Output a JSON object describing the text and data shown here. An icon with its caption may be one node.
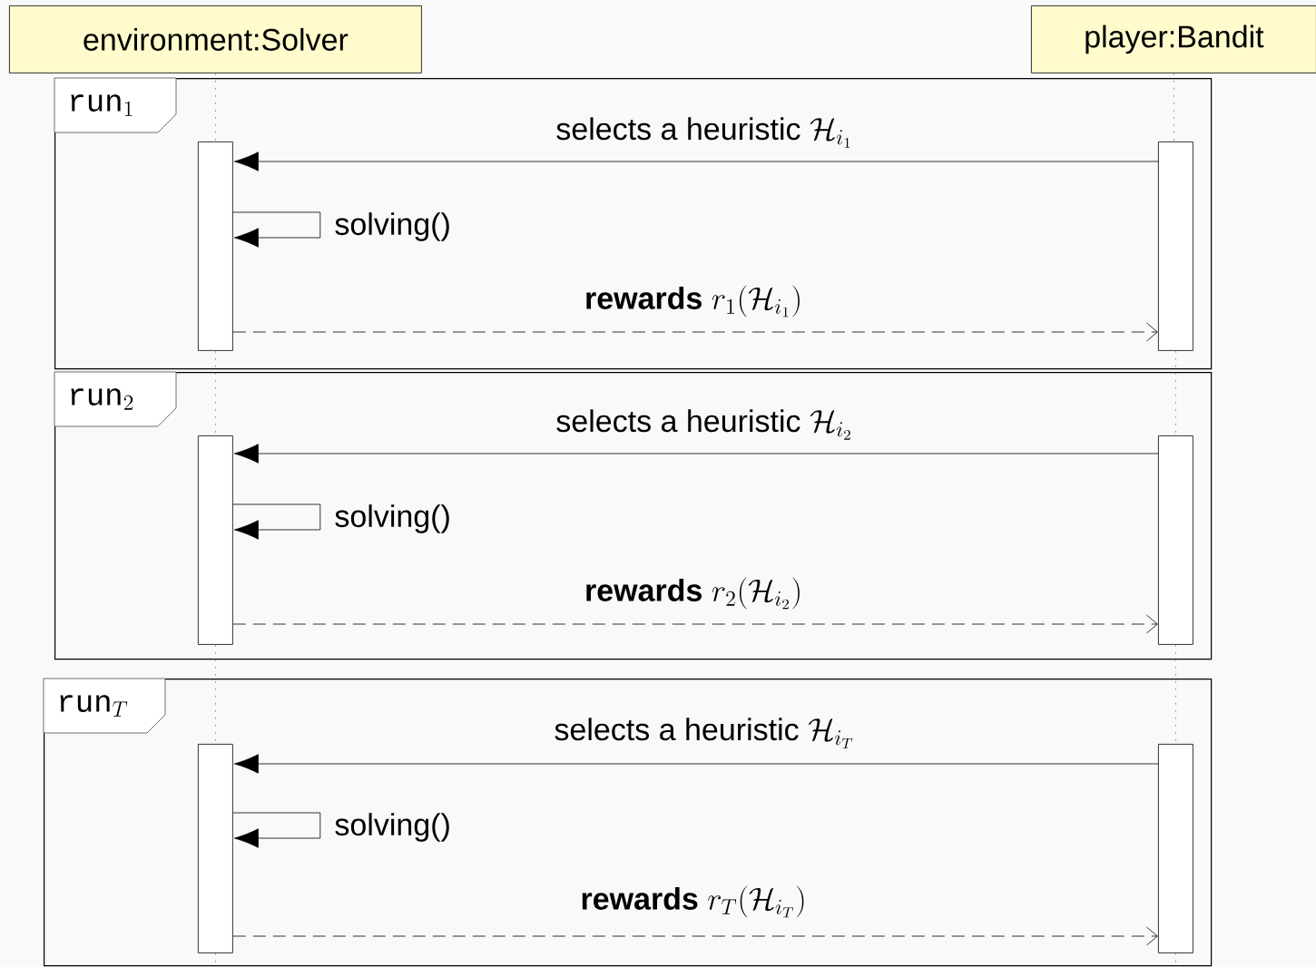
{
  "diagram": {
    "nodes": [
      {
        "text": [
          "environment:Solver"
        ]
      },
      {
        "text": [
          "player:Bandit"
        ]
      },
      {
        "text": [
          "\\texttt{run}_{1}"
        ]
      },
      {
        "text": [],
        "shape": "bar",
        "in": 2
      },
      {
        "text": [],
        "shape": "bar",
        "in": 2
      },
      {
        "text": [
          "\\texttt{run}_{2}"
        ]
      },
      {
        "text": [],
        "shape": "bar",
        "in": 5
      },
      {
        "text": [],
        "shape": "bar",
        "in": 5
      },
      {
        "text": [
          "\\texttt{run}_{T}"
        ]
      },
      {
        "text": [],
        "shape": "bar",
        "in": 8
      },
      {
        "text": [],
        "shape": "bar",
        "in": 8
      }
    ],
    "edges": [
      {
        "from": 0,
        "to": 3,
        "arrow": "none",
        "style": "dashed",
        "color": "#808080"
      },
      {
        "from": 3,
        "to": 6,
        "arrow": "none",
        "style": "dashed",
        "color": "#808080"
      },
      {
        "from": 6,
        "to": 9,
        "arrow": "none",
        "style": "dashed",
        "color": "#808080"
      },
      {
        "from": 9,
        "to": 8,
        "arrow": "none",
        "style": "dashed",
        "color": "#808080"
      },
      {
        "from": 1,
        "to": 4,
        "arrow": "none",
        "style": "dashed",
        "color": "#808080"
      },
      {
        "from": 4,
        "to": 7,
        "arrow": "none",
        "style": "dashed",
        "color": "#808080"
      },
      {
        "from": 7,
        "to": 10,
        "arrow": "none",
        "style": "dashed",
        "color": "#808080"
      },
      {
        "from": 10,
        "to": 8,
        "arrow": "none",
        "style": "dashed",
        "color": "#808080"
      },
      {
        "from": 4,
        "to": 3,
        "arrow": "to",
        "label": "\\text{selects a heuristic }\\mathcal{H}_{i_{1}}"
      },
      {
        "from": 3,
        "to": 3,
        "arrow": "to",
        "label": "\\text{solving()}"
      },
      {
        "from": 3,
        "to": 4,
        "arrow": "to",
        "style": "dashed",
        "label": "\\textbf{rewards }r_{1}(\\mathcal{H}_{i_{1}})"
      },
      {
        "from": 7,
        "to": 6,
        "arrow": "to",
        "label": "\\text{selects a heuristic }\\mathcal{H}_{i_{2}}"
      },
      {
        "from": 6,
        "to": 6,
        "arrow": "to",
        "label": "\\text{solving()}"
      },
      {
        "from": 6,
        "to": 7,
        "arrow": "to",
        "style": "dashed",
        "label": "\\textbf{rewards }r_{2}(\\mathcal{H}_{i_{2}})"
      },
      {
        "from": 10,
        "to": 9,
        "arrow": "to",
        "label": "\\text{selects a heuristic }\\mathcal{H}_{i_{T}}"
      },
      {
        "from": 9,
        "to": 9,
        "arrow": "to",
        "label": "\\text{solving()}"
      },
      {
        "from": 9,
        "to": 10,
        "arrow": "to",
        "style": "dashed",
        "label": "\\textbf{rewards }r_{T}(\\mathcal{H}_{i_{T}})"
      }
    ]
  }
}
